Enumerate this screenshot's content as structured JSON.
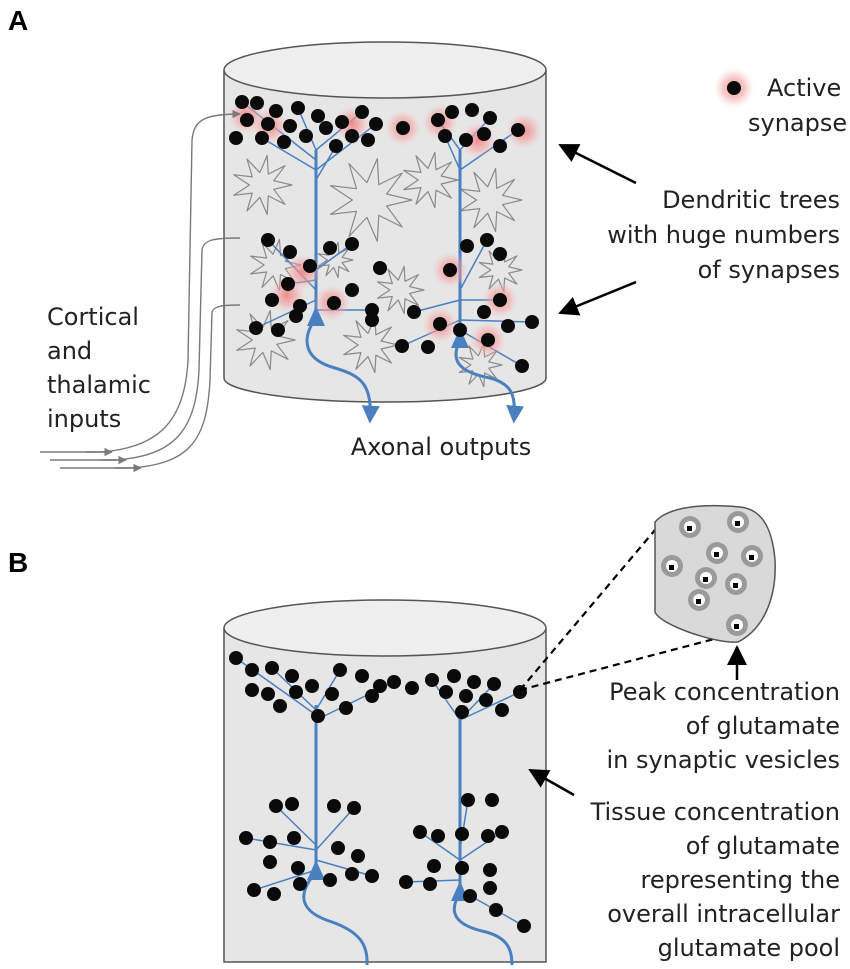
{
  "panel_a": {
    "label": "A",
    "legend_text_line1": "Active",
    "legend_text_line2": "synapse",
    "dendritic_line1": "Dendritic trees",
    "dendritic_line2": "with huge numbers",
    "dendritic_line3": "of synapses",
    "inputs_line1": "Cortical",
    "inputs_line2": "and",
    "inputs_line3": "thalamic",
    "inputs_line4": "inputs",
    "outputs_label": "Axonal outputs"
  },
  "panel_b": {
    "label": "B",
    "peak_line1": "Peak concentration",
    "peak_line2": "of glutamate",
    "peak_line3": "in synaptic vesicles",
    "tissue_line1": "Tissue concentration",
    "tissue_line2": "of glutamate",
    "tissue_line3": "representing the",
    "tissue_line4": "overall intracellular",
    "tissue_line5": "glutamate pool"
  },
  "colors": {
    "cylinder_fill": "#e6e6e6",
    "cylinder_stroke": "#555555",
    "neuron_blue": "#4a7fc0",
    "synapse_black": "#0a0a0a",
    "active_glow": "#f08080",
    "glia_stroke": "#8a8a8a"
  }
}
